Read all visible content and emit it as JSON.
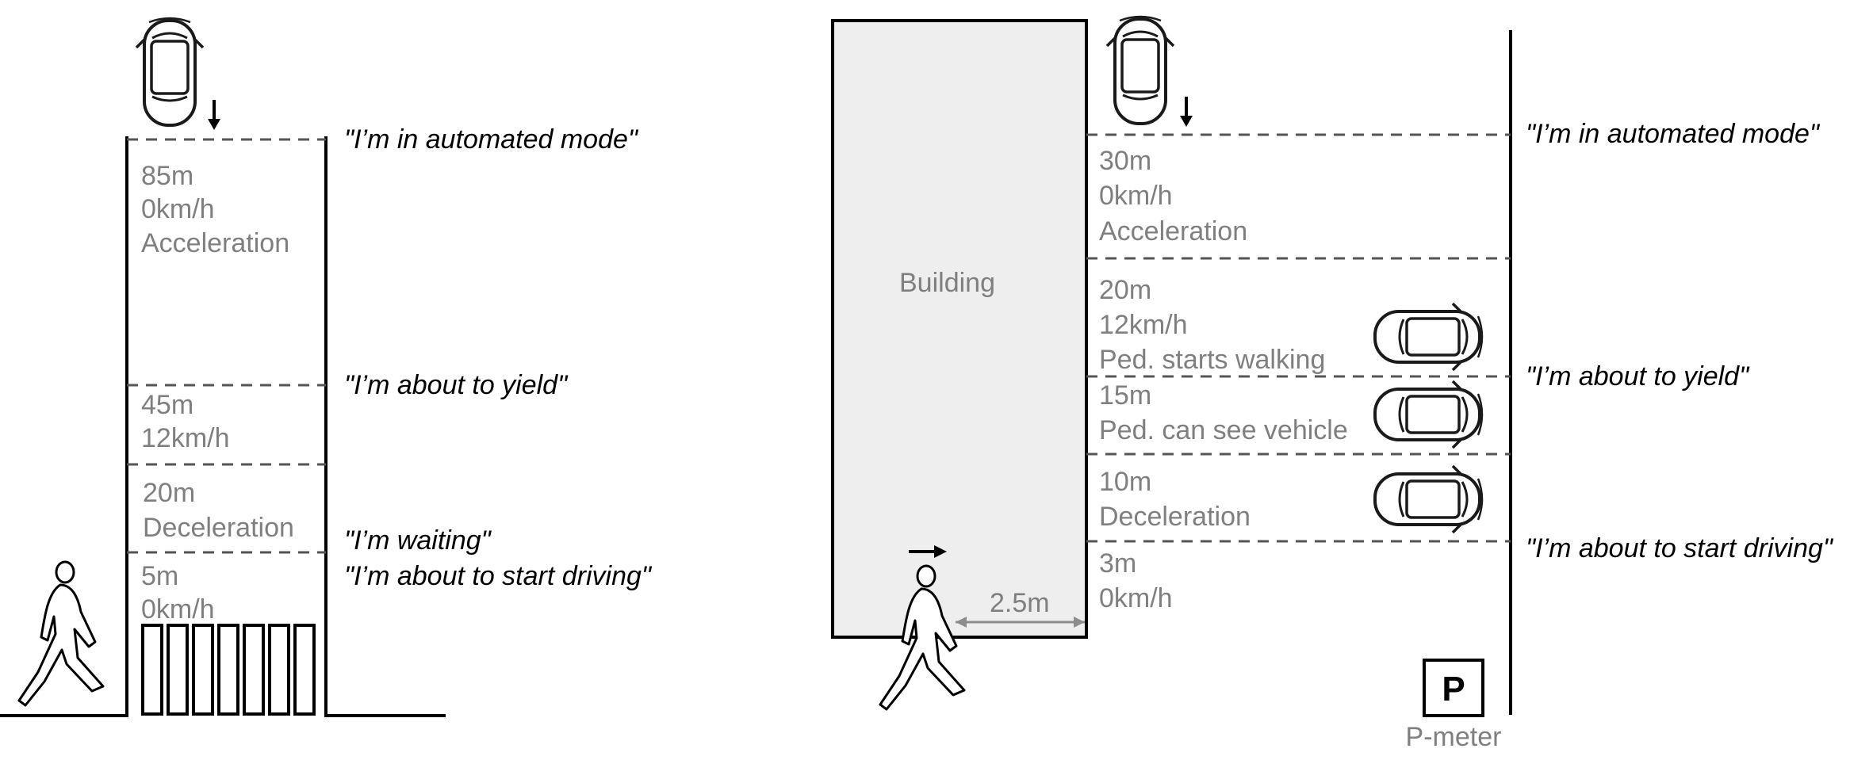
{
  "colors": {
    "road_line": "#000000",
    "zone_text": "#7f7f7f",
    "quote_text": "#000000",
    "building_fill": "#eeeeee",
    "dimension": "#8c8c8c"
  },
  "icons": [
    "car-top-view-icon",
    "direction-arrow-icon",
    "pedestrian-walking-icon",
    "parking-sign-icon"
  ],
  "scenario_left": {
    "zones": [
      {
        "distance": "85m",
        "speed": "0km/h",
        "phase": "Acceleration"
      },
      {
        "distance": "45m",
        "speed": "12km/h"
      },
      {
        "distance": "20m",
        "phase": "Deceleration"
      },
      {
        "distance": "5m",
        "speed": "0km/h"
      }
    ],
    "messages": [
      "\"I’m in automated mode\"",
      "\"I’m about to yield\"",
      "\"I’m waiting\"",
      "\"I’m about to start driving\""
    ]
  },
  "scenario_right": {
    "building_label": "Building",
    "zones": [
      {
        "distance": "30m",
        "speed": "0km/h",
        "phase": "Acceleration"
      },
      {
        "distance": "20m",
        "speed": "12km/h",
        "phase": "Ped. starts walking"
      },
      {
        "distance": "15m",
        "phase": "Ped. can see vehicle"
      },
      {
        "distance": "10m",
        "phase": "Deceleration"
      },
      {
        "distance": "3m",
        "speed": "0km/h"
      }
    ],
    "messages": [
      "\"I’m in automated mode\"",
      "\"I’m about to yield\"",
      "\"I’m about to start driving\""
    ],
    "gap_label": "2.5m",
    "parking_sign": "P",
    "parking_label": "P-meter"
  }
}
